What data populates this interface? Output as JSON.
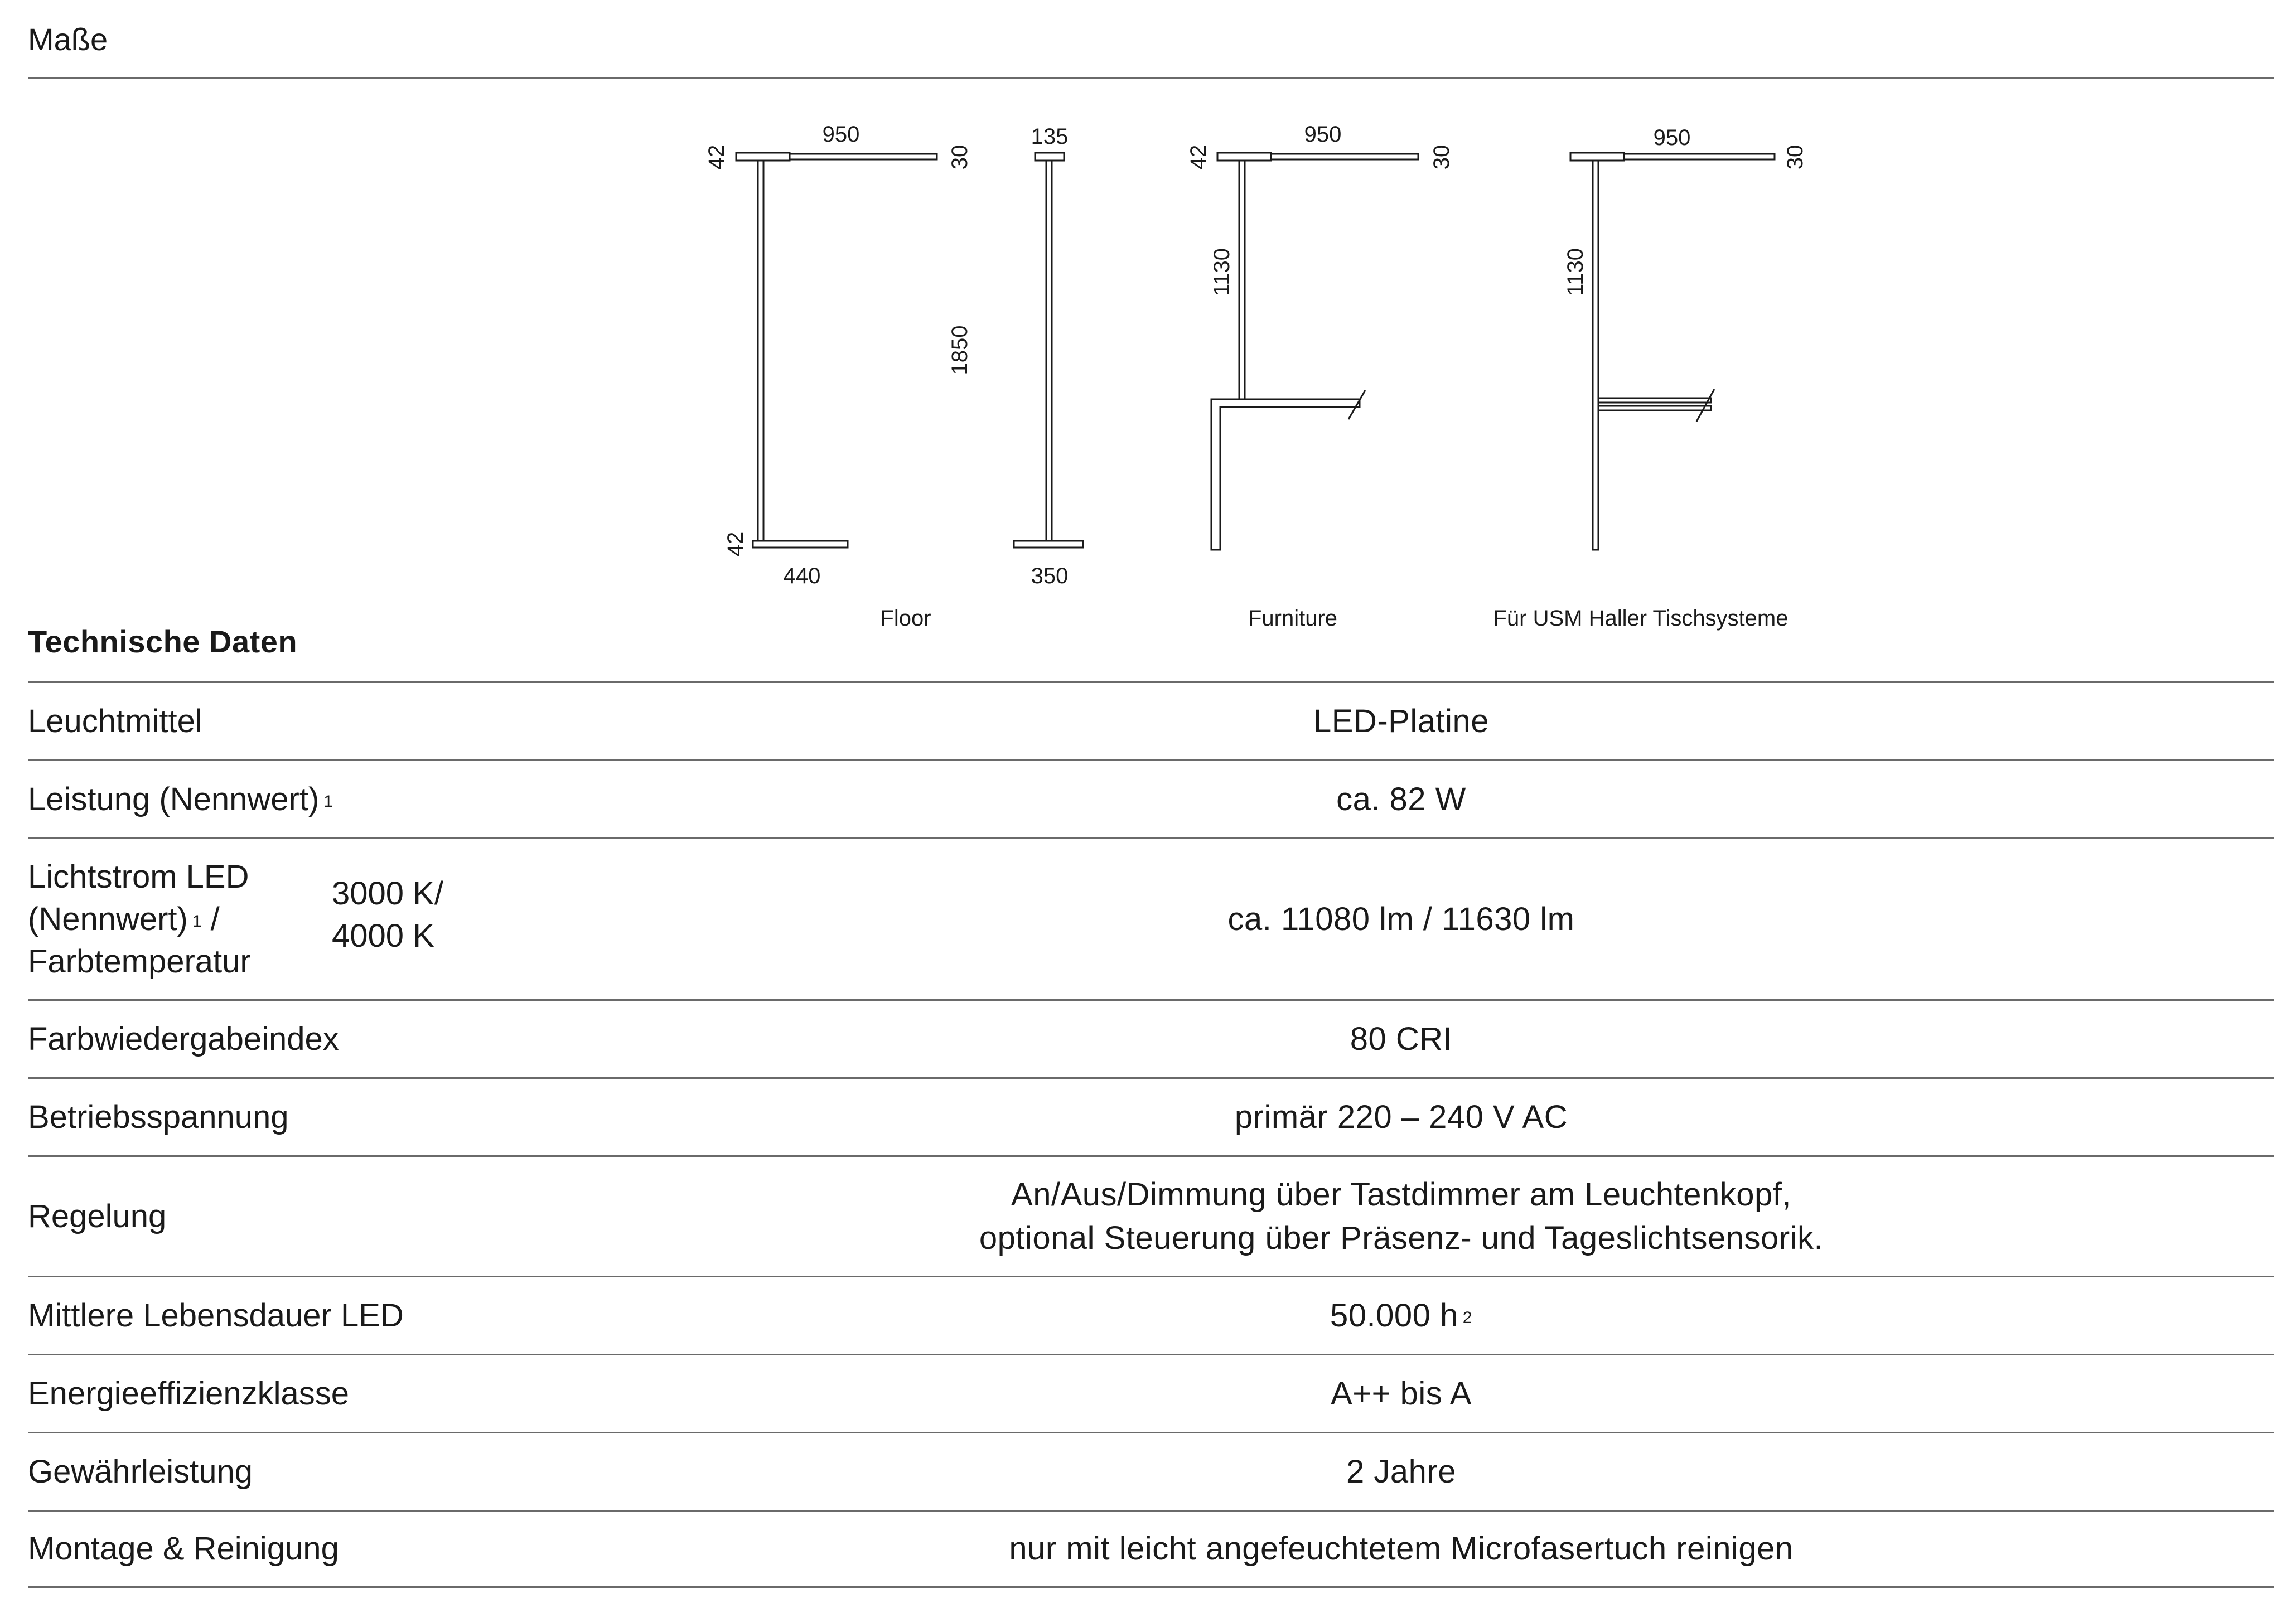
{
  "sections": {
    "dimensions_title": "Maße",
    "tech_title": "Technische Daten"
  },
  "diagram": {
    "captions": {
      "floor": "Floor",
      "furniture": "Furniture",
      "usm": "Für USM Haller Tischsysteme"
    },
    "dims": {
      "floor_head_thickness": "42",
      "floor_arm_length": "950",
      "floor_arm_end": "30",
      "floor_base_thickness": "42",
      "floor_base_width": "440",
      "side_head_width": "135",
      "side_height": "1850",
      "side_base_width": "350",
      "furn_head_thickness": "42",
      "furn_arm_length": "950",
      "furn_arm_end": "30",
      "furn_pole_height": "1130",
      "usm_arm_length": "950",
      "usm_arm_end": "30",
      "usm_pole_height": "1130"
    }
  },
  "specs": [
    {
      "label": "Leuchtmittel",
      "value": "LED-Platine"
    },
    {
      "label": "Leistung (Nennwert)",
      "label_sup": "1",
      "value": "ca. 82 W"
    },
    {
      "label_line1": "Lichtstrom LED",
      "label_line2": "(Nennwert)",
      "label_line2_sup": "1",
      "label_line2_suffix": " /",
      "label_line3": "Farbtemperatur",
      "sublabel_line1": "3000 K/",
      "sublabel_line2": "4000 K",
      "value": "ca. 11080 lm / 11630 lm"
    },
    {
      "label": "Farbwiedergabeindex",
      "value": "80 CRI"
    },
    {
      "label": "Betriebsspannung",
      "value": "primär 220 – 240 V AC"
    },
    {
      "label": "Regelung",
      "value_line1": "An/Aus/Dimmung über Tastdimmer am Leuchtenkopf,",
      "value_line2": "optional Steuerung über Präsenz- und Tageslichtsensorik."
    },
    {
      "label": "Mittlere Lebensdauer LED",
      "value": "50.000 h",
      "value_sup": "2"
    },
    {
      "label": "Energieeffizienzklasse",
      "value": "A++ bis A"
    },
    {
      "label": "Gewährleistung",
      "value": "2 Jahre"
    },
    {
      "label": "Montage & Reinigung",
      "value": "nur mit leicht angefeuchtetem Microfasertuch reinigen"
    }
  ]
}
